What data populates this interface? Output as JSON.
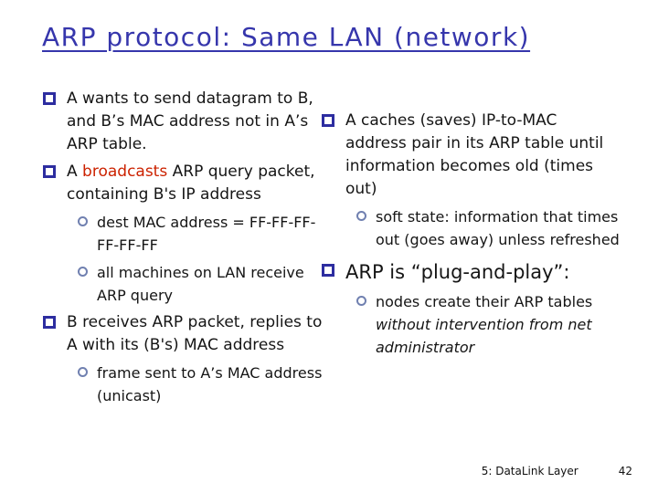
{
  "title": "ARP protocol: Same LAN (network)",
  "colors": {
    "title": "#3636AC",
    "body_text": "#151515",
    "highlight_red": "#CC2200",
    "bullet_square": "#2D2DA0",
    "bullet_circle": "#7080B0",
    "background": "#FFFFFF"
  },
  "columns": {
    "left": [
      {
        "level": 1,
        "runs": [
          {
            "text": "A wants to send datagram to B, and B’s MAC address not in A’s ARP table."
          }
        ]
      },
      {
        "level": 1,
        "runs": [
          {
            "text": "A "
          },
          {
            "text": "broadcasts",
            "style": "red"
          },
          {
            "text": " ARP query packet, containing B's IP address"
          }
        ]
      },
      {
        "level": 2,
        "runs": [
          {
            "text": "dest MAC address = FF-FF-FF-FF-FF-FF"
          }
        ]
      },
      {
        "level": 2,
        "runs": [
          {
            "text": "all machines on LAN receive ARP query"
          }
        ]
      },
      {
        "level": 1,
        "runs": [
          {
            "text": "B receives ARP packet, replies to A with its (B's) MAC address"
          }
        ]
      },
      {
        "level": 2,
        "runs": [
          {
            "text": "frame sent to A’s MAC address (unicast)"
          }
        ]
      }
    ],
    "right": [
      {
        "level": 1,
        "runs": [
          {
            "text": "A caches (saves) IP-to-MAC address pair in its ARP table until information becomes old (times out)"
          }
        ]
      },
      {
        "level": 2,
        "runs": [
          {
            "text": "soft state: information that times out (goes away) unless refreshed"
          }
        ]
      },
      {
        "level": 1,
        "size": "large",
        "runs": [
          {
            "text": "ARP is “plug-and-play”:"
          }
        ]
      },
      {
        "level": 2,
        "runs": [
          {
            "text": "nodes create their ARP tables "
          },
          {
            "text": "without intervention from net administrator",
            "style": "italic"
          }
        ]
      }
    ]
  },
  "footer": {
    "section": "5: DataLink Layer",
    "page": "42"
  }
}
